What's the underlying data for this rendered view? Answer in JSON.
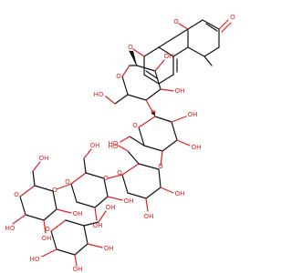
{
  "molecule": {
    "atom_labels": {
      "oxygen": "O",
      "hydroxyl": "OH",
      "hydroxyl_left": "HO"
    }
  }
}
